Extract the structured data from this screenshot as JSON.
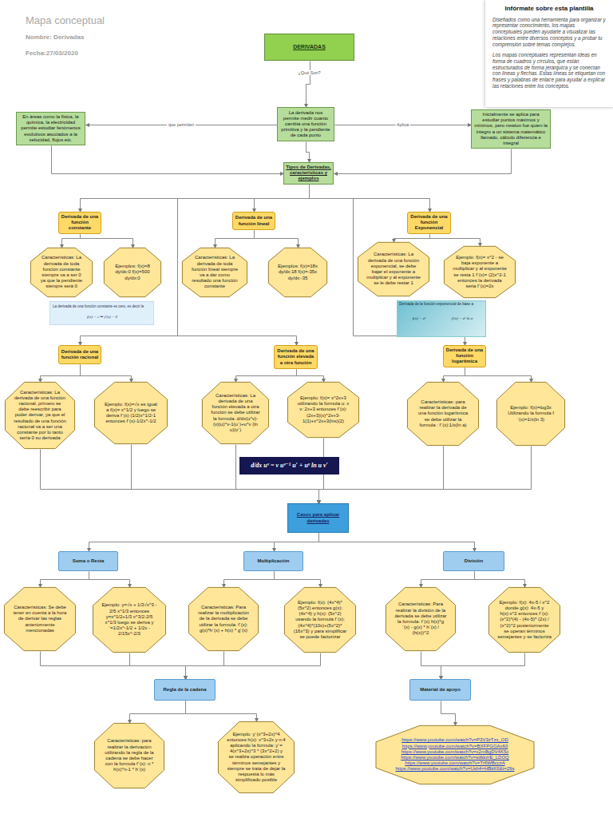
{
  "diagram": {
    "title": "Mapa conceptual",
    "nodes": [
      {
        "text": [
          "DERIVADAS"
        ]
      },
      {
        "text": [
          "En áreas como la física, la química, la electricidad permite estudiar fenómenos evolutivos asociados a la velocidad, flujos etc."
        ]
      },
      {
        "text": [
          "La derivada nos permite medir cuanto cambia una función primitiva y la pendiente de cada punto"
        ]
      },
      {
        "text": [
          "Inicialmente se aplica para estudiar puntos máximos y mínimos, pero newton fue quien la integro a un sistema matemático llamado, cálculo diferencia e integral"
        ]
      },
      {
        "text": [
          "Tipos de Derivadas, características y ejemplos"
        ]
      },
      {
        "text": [
          "Derivada de una función constante"
        ]
      },
      {
        "text": [
          "Características: La derivada de toda función constante siempre va a ser 0 ya que la pendiente siempre será 0"
        ]
      },
      {
        "text": [
          "Ejemplos: f(x)=8 dy/dx:0 f(x)=500 dy/dx:0"
        ]
      },
      {
        "text": [
          "Derivada de una función lineal"
        ]
      },
      {
        "text": [
          "Características: La derivada de toda función lineal siempre va a dar como resultado una función constante"
        ]
      },
      {
        "text": [
          "Ejemplos: f(x)=18x dy/dx:18 f(x)=-35x dy/dx:-35"
        ]
      },
      {
        "text": [
          "Derivada de una función Exponencial"
        ]
      },
      {
        "text": [
          "Características: La derivada de una función exponencial, se debe bajar el exponente a multiplicar y al exponente se le debe restar 1"
        ]
      },
      {
        "text": [
          "Ejemplo: f(x)= x^2 - se baja exponente a multiplicar y al exponente se resta 1 f´(x)= (2)x^2-1 entonces la derivada seria f´(x)=2x"
        ]
      },
      {
        "text": [
          "Derivada de una función racional"
        ]
      },
      {
        "text": [
          "Características: La derivada de una función racional, primero se debe reescribir para poder derivar, ya que el resultado de una función racional va a ser una constante por lo tanto sería 0 su derivada"
        ]
      },
      {
        "text": [
          "Ejemplo: f(x)=√x es igual a f(x)= x^1/2 y luego se deriva f´(x) (1/2)x^1/2-1 entonces f´(x)-1/2x^-1/2"
        ]
      },
      {
        "text": [
          "Derivada de una función elevada a otra función"
        ]
      },
      {
        "text": [
          "Características: La derivada de una función elevada a otra función se debe utilizar la formula: d/dx(u^v)-(v)(u)^v-1(u´)+u^v (ln u)(v´)"
        ]
      },
      {
        "text": [
          "Ejemplo: f(x)= x^2x+3 utilizando la formula u: x v: 2x+3 entonces f´(x): (2x+3)(x)^2x+3-1(1)+x^2x+3(lnx)(2)"
        ]
      },
      {
        "text": [
          "Derivada de una función logarítmica"
        ]
      },
      {
        "text": [
          "Características: para realizar la derivada de una función logarítmica se debe utilizar la formula : f´(x):1/x(ln a)"
        ]
      },
      {
        "text": [
          "Ejemplo: f(x)=log3x Utilizando la formula f´(x)=1/x(ln 3)"
        ]
      },
      {
        "text": [
          "Casos para aplicar derivadas"
        ]
      },
      {
        "text": [
          "Suma o Resta"
        ]
      },
      {
        "text": [
          "Características: Se debe tener en cuenta a la hora de derivar las reglas anteriormente mencionadas"
        ]
      },
      {
        "text": [
          "Ejemplo: y=√x + 1/3√x^3 - 2/5 x^1/3 entonces y=x^1/2+1/3 x^3/2-2/5 x^1/3 luego se deriva y´=1/2x^-1/2 + 1/2x - 2/15x^-2/3"
        ]
      },
      {
        "text": [
          "Multiplicación"
        ]
      },
      {
        "text": [
          "Características: Para realizar la multiplicación de la derivada se debe utilizar la formula: f´(x): g(x)*h´(x) + h(x) * g´(x)"
        ]
      },
      {
        "text": [
          "Ejemplo: f(x): (4x^4)*(5x^2) entonces g(x): (4x^4) y h(x): (5x^2) usando la formula f´(x): (4x^4)*(10x)+(5x^2)*(16x^3) y para simplificar se puede factorizar"
        ]
      },
      {
        "text": [
          "División"
        ]
      },
      {
        "text": [
          "Características: Para realizar la división de la derivada se debe utilizar la formula: f´(x) h(x)*g´(x) - g(x) * h´(x) / (h(x))^2"
        ]
      },
      {
        "text": [
          "Ejemplo: f(x): 4x-5 / x^2 donde g(x): 4x-5 y h(x):x^2 entonces f´(x): (x^2)*(4) - (4x-5)* (2x) / (x^2)^2 posteriormente se operan términos semejantes y se factoriza"
        ]
      },
      {
        "text": [
          "Regla de la cadena"
        ]
      },
      {
        "text": [
          "Características: para realizar la derivación utilizando la regla de la cadena se debe hacer con la formula f´(x): n * h(x)^n-1 * h´(x)"
        ]
      },
      {
        "text": [
          "Ejemplo: y´(x^3+2x)^4 entonces h(x): x^3+2x y n:4 aplicando la formula: y´= 4(x^3+2x)^3 * (3x^2+2) y se realiza operación entre términos semejantes y siempre se trata de dejar la respuesta lo más simplificado posible"
        ]
      },
      {
        "text": [
          "Material de apoyo"
        ]
      },
      {
        "text": [
          "https://www.youtube.com/watch?v=P3V3zTzx_OD",
          "https://www.youtube.com/watch?v=BXFPGGAx60",
          "https://www.youtube.com/watch?v=x2mBgDV4K5c",
          "https://www.youtube.com/watch?v=sdkkzrE_LDOQ",
          "https://www.youtube.com/watch?v=Tr6WBcczA",
          "https://www.youtube.com/watch?v=Ush4=HBkK6&t=29s"
        ]
      },
      {
        "text": [
          "Infórmate sobre esta plantilla",
          "Diseñados como una herramienta para organizar y representar conocimiento, los mapas conceptuales pueden ayudarle a visualizar las relaciones entre diversos conceptos y a probar tu comprensión sobre temas complejos.",
          "Los mapas conceptuales representan ideas en forma de cuadros y círculos, que están estructurados de forma jerárquica y se conectan con líneas y flechas. Estas líneas se etiquetan con frases y palabras de enlace para ayudar a explicar las relaciones entre los conceptos."
        ]
      }
    ],
    "edges": [
      {
        "from": 0,
        "to": 2,
        "label": "¿Qué Son?",
        "arrow": "to"
      },
      {
        "from": 2,
        "to": 1,
        "label": "que permiten",
        "arrow": "to"
      },
      {
        "from": 2,
        "to": 3,
        "label": "Aplica",
        "arrow": "to"
      },
      {
        "from": 1,
        "to": 4,
        "arrow": "to"
      },
      {
        "from": 2,
        "to": 4,
        "arrow": "to"
      },
      {
        "from": 3,
        "to": 4,
        "arrow": "to"
      },
      {
        "from": 4,
        "to": 5,
        "arrow": "to"
      },
      {
        "from": 4,
        "to": 8,
        "arrow": "to"
      },
      {
        "from": 4,
        "to": 11,
        "arrow": "to"
      },
      {
        "from": 4,
        "to": 14,
        "arrow": "to"
      },
      {
        "from": 4,
        "to": 17,
        "arrow": "to"
      },
      {
        "from": 4,
        "to": 20,
        "arrow": "to"
      },
      {
        "from": 5,
        "to": 6,
        "arrow": "to"
      },
      {
        "from": 5,
        "to": 7,
        "arrow": "to"
      },
      {
        "from": 8,
        "to": 9,
        "arrow": "to"
      },
      {
        "from": 8,
        "to": 10,
        "arrow": "to"
      },
      {
        "from": 11,
        "to": 12,
        "arrow": "to"
      },
      {
        "from": 11,
        "to": 13,
        "arrow": "to"
      },
      {
        "from": 14,
        "to": 15,
        "arrow": "to"
      },
      {
        "from": 14,
        "to": 16,
        "arrow": "to"
      },
      {
        "from": 17,
        "to": 18,
        "arrow": "to"
      },
      {
        "from": 17,
        "to": 19,
        "arrow": "to"
      },
      {
        "from": 20,
        "to": 21,
        "arrow": "to"
      },
      {
        "from": 20,
        "to": 22,
        "arrow": "to"
      },
      {
        "from": 15,
        "to": 23,
        "arrow": "to"
      },
      {
        "from": 16,
        "to": 23,
        "arrow": "to"
      },
      {
        "from": 18,
        "to": 23,
        "arrow": "to"
      },
      {
        "from": 19,
        "to": 23,
        "arrow": "to"
      },
      {
        "from": 21,
        "to": 23,
        "arrow": "to"
      },
      {
        "from": 22,
        "to": 23,
        "arrow": "to"
      },
      {
        "from": 23,
        "to": 24,
        "arrow": "to"
      },
      {
        "from": 23,
        "to": 27,
        "arrow": "to"
      },
      {
        "from": 23,
        "to": 30,
        "arrow": "to"
      },
      {
        "from": 24,
        "to": 25,
        "arrow": "to"
      },
      {
        "from": 24,
        "to": 26,
        "arrow": "to"
      },
      {
        "from": 27,
        "to": 28,
        "arrow": "to"
      },
      {
        "from": 27,
        "to": 29,
        "arrow": "to"
      },
      {
        "from": 30,
        "to": 31,
        "arrow": "to"
      },
      {
        "from": 30,
        "to": 32,
        "arrow": "to"
      },
      {
        "from": 25,
        "to": 33,
        "arrow": "to"
      },
      {
        "from": 26,
        "to": 33,
        "arrow": "to"
      },
      {
        "from": 28,
        "to": 33,
        "arrow": "to"
      },
      {
        "from": 29,
        "to": 33,
        "arrow": "to"
      },
      {
        "from": 31,
        "to": 36,
        "arrow": "to"
      },
      {
        "from": 32,
        "to": 36,
        "arrow": "to"
      },
      {
        "from": 33,
        "to": 34,
        "arrow": "to"
      },
      {
        "from": 33,
        "to": 35,
        "arrow": "to"
      },
      {
        "from": 36,
        "to": 37,
        "arrow": "to"
      }
    ],
    "labels": [
      "Nombre: Derivadas",
      "Fecha:27/03/2020",
      "La derivada de una función constante es cero, es decir la",
      "f(x) = c ⇒ f′(x) = 0",
      "Derivada de la función exponencial de base a",
      "f(x) = aˣ",
      "f′(x) = aˣ ln a",
      "d/dx uᵛ = v uᵛ⁻¹ u′ + uᵛ ln u v′"
    ]
  }
}
